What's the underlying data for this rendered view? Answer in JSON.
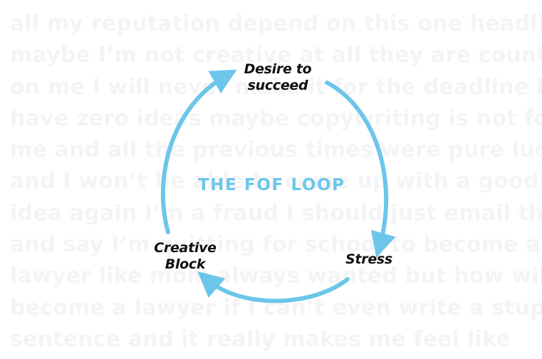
{
  "background_text": {
    "lines": [
      "all my reputation depend on this one headline",
      "maybe I’m not creative at all they are counting",
      "on me I will never make it for the deadline I",
      "have zero ideas maybe copywriting is not for",
      "me and all the previous times were pure luck",
      "and I won’t be able to come up with a good",
      "idea again I’m a fraud I should just email them",
      "and say I’m quitting for school to become a",
      "lawyer like mom always wanted but how will I",
      "become a lawyer if I can’t even write a stupid",
      "sentence and it really makes me feel like"
    ],
    "color": "#f4f4f6"
  },
  "diagram": {
    "title": "THE FOF LOOP",
    "accent_color": "#6cc6ea",
    "nodes": {
      "top_line1": "Desire to",
      "top_line2": "succeed",
      "right": "Stress",
      "left_line1": "Creative",
      "left_line2": "Block"
    },
    "arrows": [
      {
        "from": "Desire to succeed",
        "to": "Stress"
      },
      {
        "from": "Stress",
        "to": "Creative Block"
      },
      {
        "from": "Creative Block",
        "to": "Desire to succeed"
      }
    ]
  }
}
